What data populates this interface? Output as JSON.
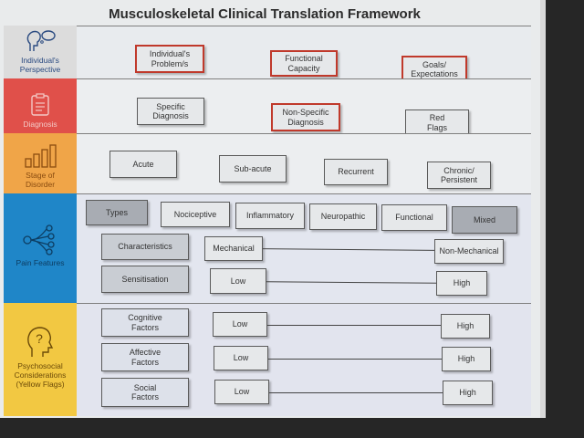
{
  "title": "Musculoskeletal Clinical Translation Framework",
  "colors": {
    "perspective": "#dcdcdc",
    "diagnosis": "#e0504a",
    "stage": "#f0a548",
    "pain": "#1f86c8",
    "psychosocial": "#f2c842"
  },
  "rows": {
    "perspective": {
      "label": "Individual's\nPerspective",
      "icon": "speech-head-icon",
      "boxes": [
        "Individual's\nProblem/s",
        "Functional\nCapacity",
        "Goals/\nExpectations"
      ]
    },
    "diagnosis": {
      "label": "Diagnosis",
      "icon": "clipboard-icon",
      "boxes": [
        "Specific\nDiagnosis",
        "Non-Specific\nDiagnosis",
        "Red\nFlags"
      ]
    },
    "stage": {
      "label": "Stage of\nDisorder",
      "icon": "bar-chart-icon",
      "boxes": [
        "Acute",
        "Sub-acute",
        "Recurrent",
        "Chronic/\nPersistent"
      ]
    },
    "pain": {
      "label": "Pain Features",
      "icon": "network-icon",
      "types_label": "Types",
      "types": [
        "Nociceptive",
        "Inflammatory",
        "Neuropathic",
        "Functional",
        "Mixed"
      ],
      "characteristics": {
        "label": "Characteristics",
        "low": "Mechanical",
        "high": "Non-Mechanical"
      },
      "sensitisation": {
        "label": "Sensitisation",
        "low": "Low",
        "high": "High"
      }
    },
    "psychosocial": {
      "label": "Psychosocial\nConsiderations\n(Yellow Flags)",
      "icon": "head-question-icon",
      "factors": [
        {
          "label": "Cognitive\nFactors",
          "low": "Low",
          "high": "High"
        },
        {
          "label": "Affective\nFactors",
          "low": "Low",
          "high": "High"
        },
        {
          "label": "Social\nFactors",
          "low": "Low",
          "high": "High"
        }
      ]
    }
  }
}
